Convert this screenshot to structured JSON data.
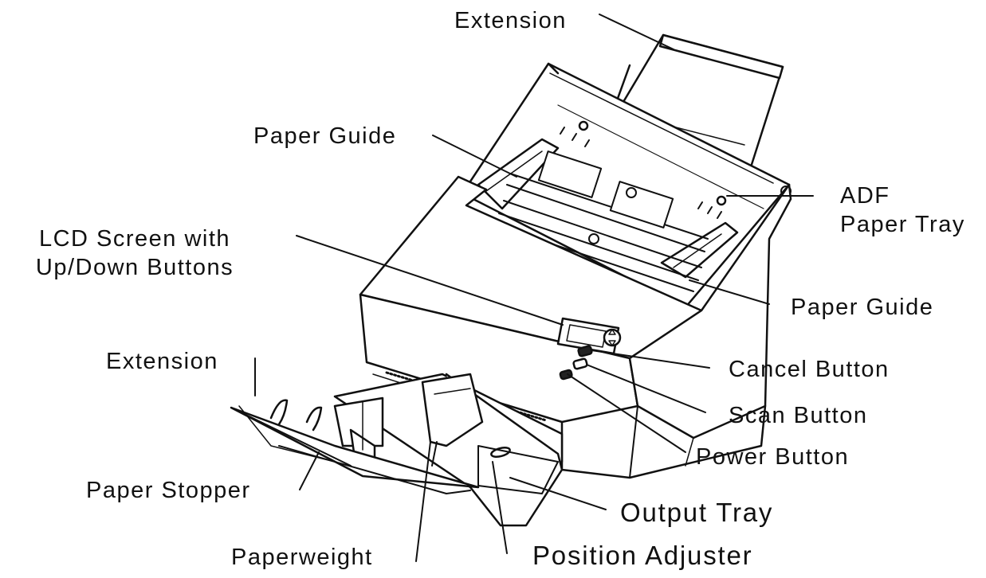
{
  "labels": {
    "extension_top": "Extension",
    "paper_guide_top": "Paper Guide",
    "adf_tray_line1": "ADF",
    "adf_tray_line2": "Paper Tray",
    "lcd_line1": "LCD Screen with",
    "lcd_line2": "Up/Down Buttons",
    "paper_guide_right": "Paper Guide",
    "extension_left": "Extension",
    "cancel_button": "Cancel Button",
    "scan_button": "Scan Button",
    "power_button": "Power Button",
    "paper_stopper": "Paper Stopper",
    "output_tray": "Output Tray",
    "paperweight": "Paperweight",
    "position_adjuster": "Position Adjuster"
  },
  "colors": {
    "ink": "#111111",
    "background": "#ffffff"
  }
}
